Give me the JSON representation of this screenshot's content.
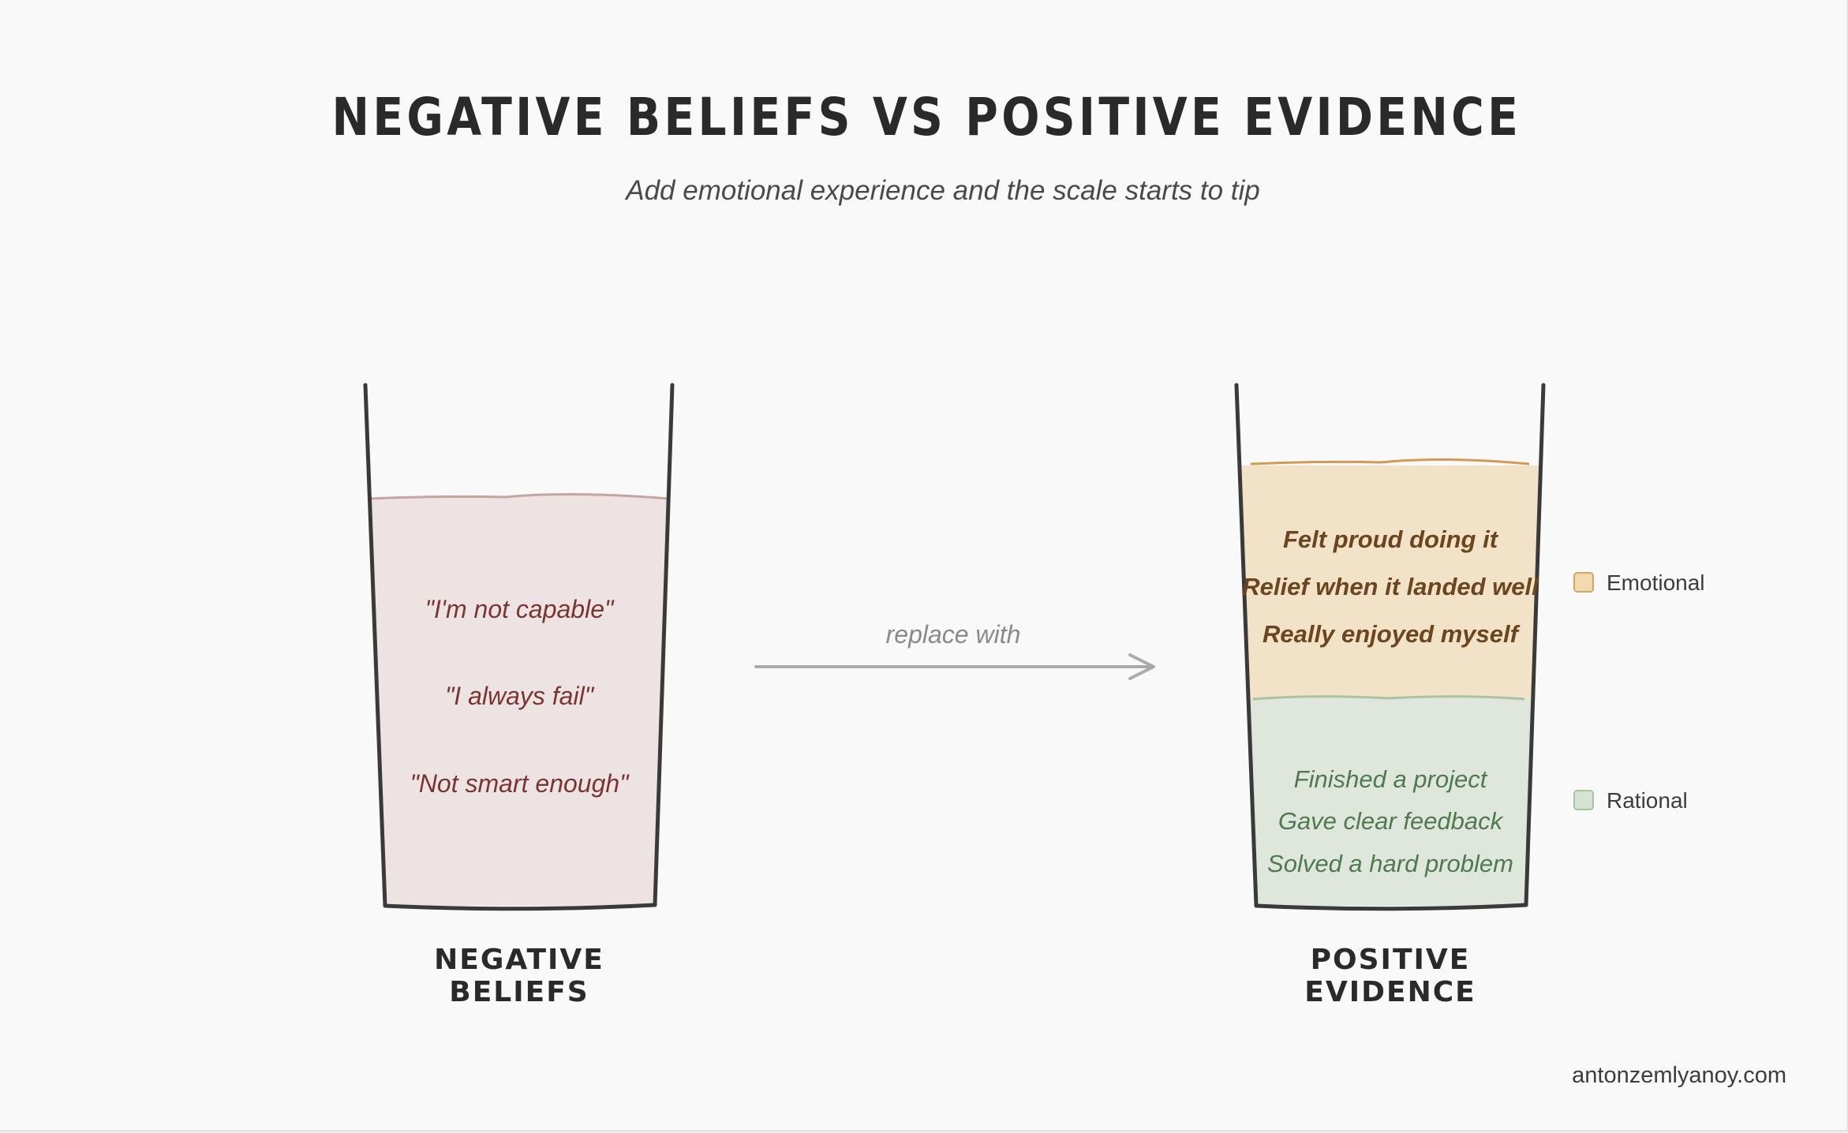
{
  "title": "NEGATIVE BELIEFS VS POSITIVE EVIDENCE",
  "subtitle": "Add emotional experience and the scale starts to tip",
  "negative_glass": {
    "caption": "NEGATIVE BELIEFS",
    "beliefs": [
      "\"I'm not capable\"",
      "\"I always fail\"",
      "\"Not smart enough\""
    ],
    "fill_color": "#ede3e3",
    "text_color": "#7a3434"
  },
  "arrow": {
    "label": "replace with"
  },
  "positive_glass": {
    "caption": "POSITIVE EVIDENCE",
    "emotional": [
      "Felt proud doing it",
      "Relief when it landed well",
      "Really enjoyed myself"
    ],
    "rational": [
      "Finished a project",
      "Gave clear feedback",
      "Solved a hard problem"
    ],
    "emotional_color": "#f2e2c8",
    "rational_color": "#dfe6dc"
  },
  "legend": {
    "emotional_label": "Emotional",
    "rational_label": "Rational",
    "emotional_swatch": "#f4d9b0",
    "rational_swatch": "#d6e3d3"
  },
  "credit": "antonzemlyanoy.com"
}
